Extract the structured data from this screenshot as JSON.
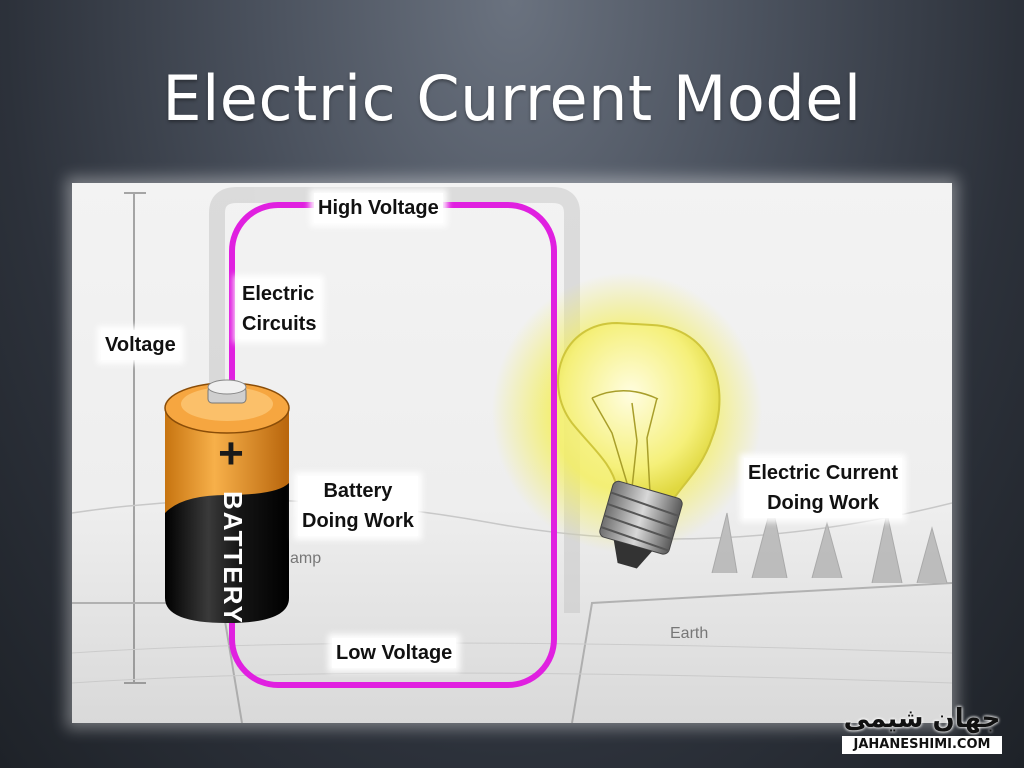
{
  "slide": {
    "title": "Electric Current Model"
  },
  "labels": {
    "high_voltage": "High Voltage",
    "electric_circuits": [
      "Electric",
      "Circuits"
    ],
    "voltage": "Voltage",
    "battery_doing_work": [
      "Battery",
      "Doing Work"
    ],
    "electric_current_doing_work": [
      "Electric Current",
      "Doing Work"
    ],
    "low_voltage": "Low Voltage"
  },
  "battery": {
    "sign": "+",
    "text": "BATTERY"
  },
  "background_sketch": {
    "lamp_text": "amp",
    "earth_text": "Earth"
  },
  "logo": {
    "script_text": "جهان شیمی",
    "url": "JAHANESHIMI.COM"
  },
  "colors": {
    "circuit": "#e020e0",
    "battery_top": "#f0a030",
    "battery_body": "#1a1a1a",
    "bulb_glow": "#f4f060",
    "background_dark": "#2c313a"
  }
}
